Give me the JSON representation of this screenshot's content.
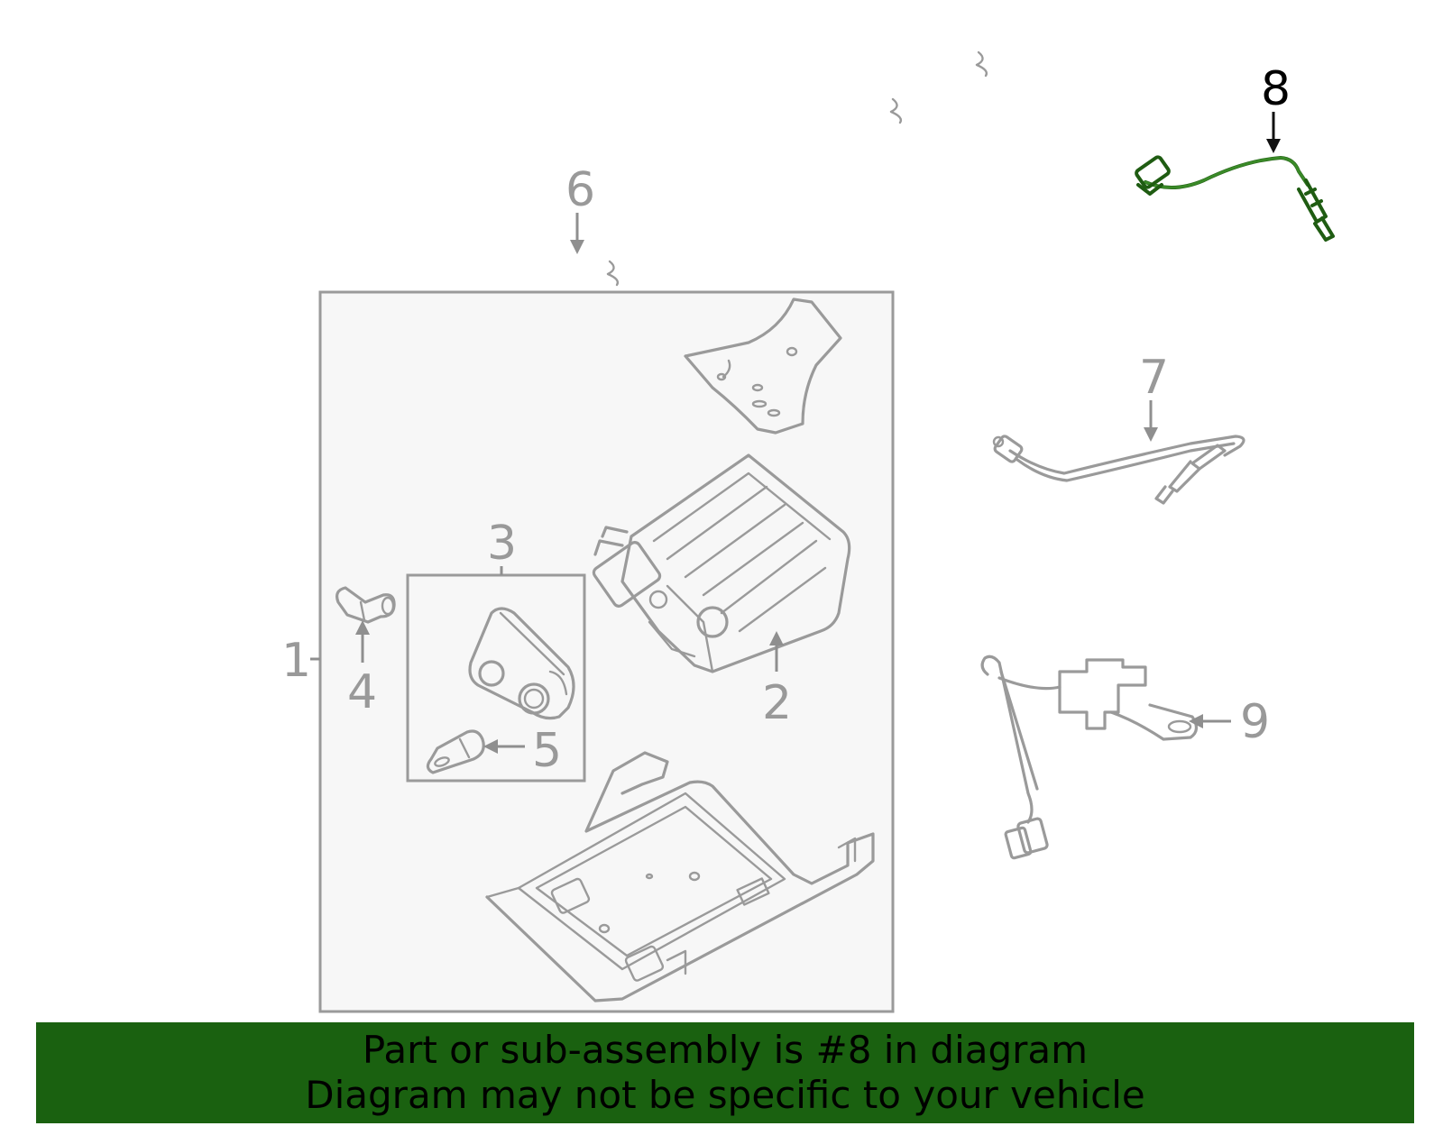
{
  "callouts": {
    "c1": "1",
    "c2": "2",
    "c3": "3",
    "c4": "4",
    "c5": "5",
    "c6": "6",
    "c7": "7",
    "c8": "8",
    "c9": "9"
  },
  "banner": {
    "line1": "Part or sub-assembly is #8 in diagram",
    "line2": "Diagram may not be specific to your vehicle"
  },
  "colors": {
    "highlight_part": "#1f5c12",
    "banner_background": "#1a6110",
    "part_lines": "#9a9a9a",
    "assembly_box_fill": "#f7f7f7"
  }
}
